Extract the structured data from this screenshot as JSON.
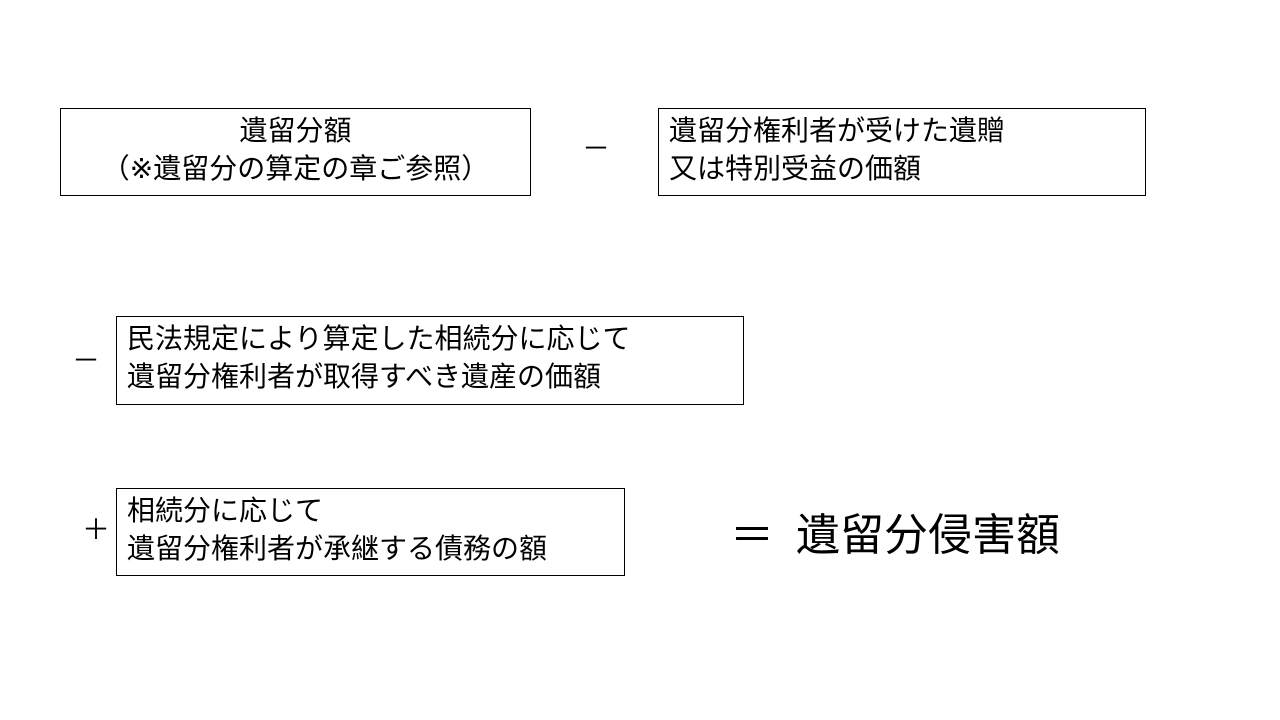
{
  "terms": {
    "reserved_share": {
      "line1": "遺留分額",
      "line2": "（※遺留分の算定の章ご参照）"
    },
    "bequest": {
      "line1": "遺留分権利者が受けた遺贈",
      "line2": "又は特別受益の価額"
    },
    "inheritance": {
      "line1": "民法規定により算定した相続分に応じて",
      "line2": "遺留分権利者が取得すべき遺産の価額"
    },
    "debt": {
      "line1": "相続分に応じて",
      "line2": "遺留分権利者が承継する債務の額"
    }
  },
  "operators": {
    "minus_1": "－",
    "minus_2": "－",
    "plus": "＋",
    "equals": "＝"
  },
  "result": {
    "label": "遺留分侵害額"
  }
}
